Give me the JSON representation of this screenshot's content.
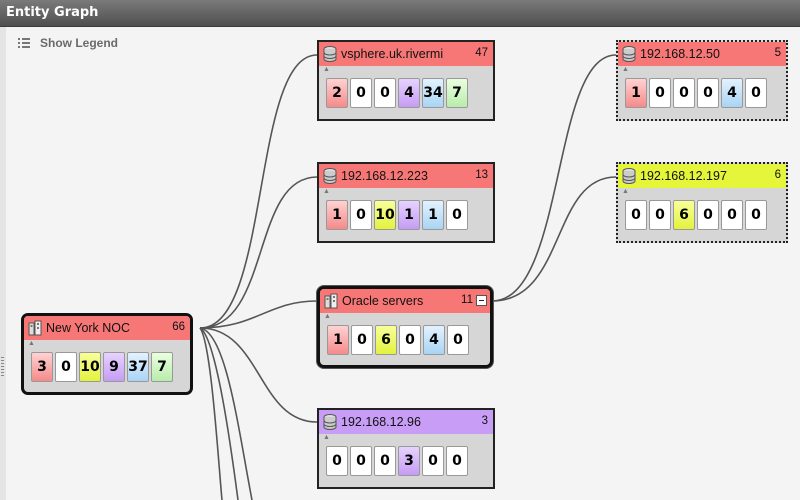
{
  "window": {
    "title": "Entity Graph"
  },
  "toolbar": {
    "legend_label": "Show Legend"
  },
  "colors": {
    "critical": "#f77777",
    "warning": "#e4f53a",
    "minor": "#c89df5",
    "info": "#a9d4f4",
    "ok": "#b8ecab",
    "none": "#ffffff"
  },
  "nodes": {
    "ny": {
      "name": "New York NOC",
      "count": "66",
      "icon": "group-icon",
      "cells": [
        {
          "v": "3",
          "c": "red"
        },
        {
          "v": "0",
          "c": "white"
        },
        {
          "v": "10",
          "c": "yellow"
        },
        {
          "v": "9",
          "c": "purple"
        },
        {
          "v": "37",
          "c": "blue"
        },
        {
          "v": "7",
          "c": "green"
        }
      ]
    },
    "vsphere": {
      "name": "vsphere.uk.rivermi",
      "count": "47",
      "icon": "database-icon",
      "cells": [
        {
          "v": "2",
          "c": "red"
        },
        {
          "v": "0",
          "c": "white"
        },
        {
          "v": "0",
          "c": "white"
        },
        {
          "v": "4",
          "c": "purple"
        },
        {
          "v": "34",
          "c": "blue"
        },
        {
          "v": "7",
          "c": "green"
        }
      ]
    },
    "ip223": {
      "name": "192.168.12.223",
      "count": "13",
      "icon": "database-icon",
      "cells": [
        {
          "v": "1",
          "c": "red"
        },
        {
          "v": "0",
          "c": "white"
        },
        {
          "v": "10",
          "c": "yellow"
        },
        {
          "v": "1",
          "c": "purple"
        },
        {
          "v": "1",
          "c": "blue"
        },
        {
          "v": "0",
          "c": "white"
        }
      ]
    },
    "oracle": {
      "name": "Oracle servers",
      "count": "11",
      "icon": "group-icon",
      "cells": [
        {
          "v": "1",
          "c": "red"
        },
        {
          "v": "0",
          "c": "white"
        },
        {
          "v": "6",
          "c": "yellow"
        },
        {
          "v": "0",
          "c": "white"
        },
        {
          "v": "4",
          "c": "blue"
        },
        {
          "v": "0",
          "c": "white"
        }
      ]
    },
    "ip96": {
      "name": "192.168.12.96",
      "count": "3",
      "icon": "database-icon",
      "cells": [
        {
          "v": "0",
          "c": "white"
        },
        {
          "v": "0",
          "c": "white"
        },
        {
          "v": "0",
          "c": "white"
        },
        {
          "v": "3",
          "c": "purple"
        },
        {
          "v": "0",
          "c": "white"
        },
        {
          "v": "0",
          "c": "white"
        }
      ]
    },
    "ip50": {
      "name": "192.168.12.50",
      "count": "5",
      "icon": "database-icon",
      "cells": [
        {
          "v": "1",
          "c": "red"
        },
        {
          "v": "0",
          "c": "white"
        },
        {
          "v": "0",
          "c": "white"
        },
        {
          "v": "0",
          "c": "white"
        },
        {
          "v": "4",
          "c": "blue"
        },
        {
          "v": "0",
          "c": "white"
        }
      ]
    },
    "ip197": {
      "name": "192.168.12.197",
      "count": "6",
      "icon": "database-icon",
      "cells": [
        {
          "v": "0",
          "c": "white"
        },
        {
          "v": "0",
          "c": "white"
        },
        {
          "v": "6",
          "c": "yellow"
        },
        {
          "v": "0",
          "c": "white"
        },
        {
          "v": "0",
          "c": "white"
        },
        {
          "v": "0",
          "c": "white"
        }
      ]
    }
  }
}
